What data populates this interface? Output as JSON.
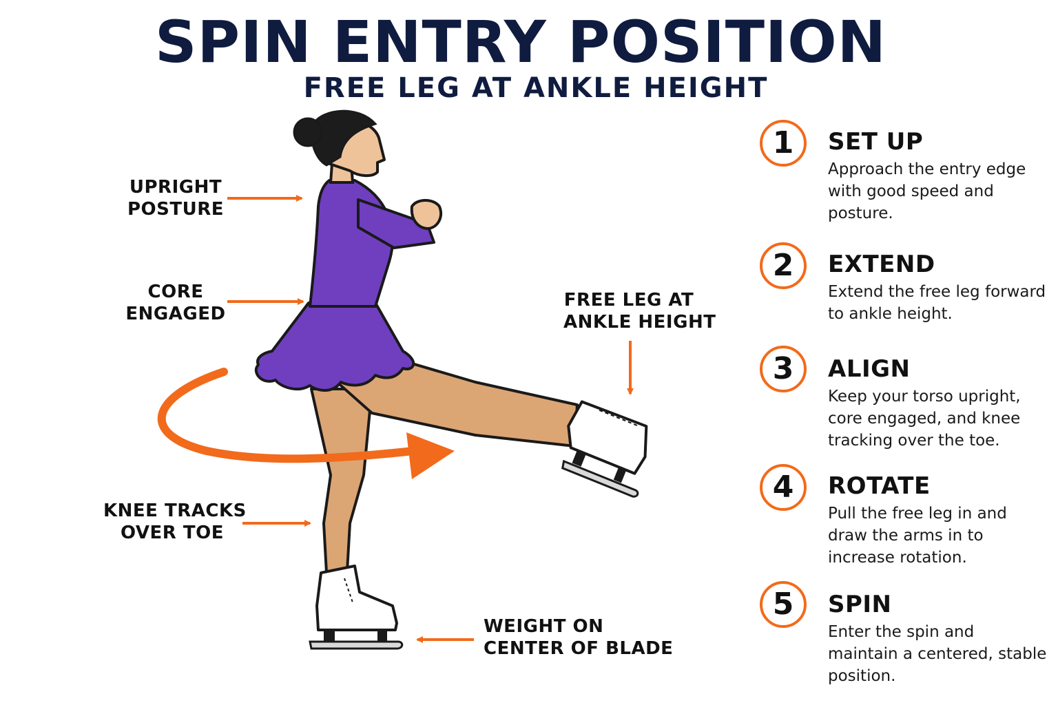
{
  "title": "SPIN ENTRY POSITION",
  "subtitle": "FREE LEG AT ANKLE HEIGHT",
  "accent_color": "#f26a1b",
  "callouts": {
    "upright": [
      "UPRIGHT",
      "POSTURE"
    ],
    "core": [
      "CORE",
      "ENGAGED"
    ],
    "free_leg": [
      "FREE LEG AT",
      "ANKLE HEIGHT"
    ],
    "knee": [
      "KNEE TRACKS",
      "OVER TOE"
    ],
    "weight": [
      "WEIGHT ON",
      "CENTER OF BLADE"
    ]
  },
  "steps": [
    {
      "number": "1",
      "title": "SET UP",
      "description": "Approach the entry edge with good speed and posture."
    },
    {
      "number": "2",
      "title": "EXTEND",
      "description": "Extend the free leg forward to ankle height."
    },
    {
      "number": "3",
      "title": "ALIGN",
      "description": "Keep your torso upright, core engaged, and knee tracking over the toe."
    },
    {
      "number": "4",
      "title": "ROTATE",
      "description": "Pull the free leg in and draw the arms in to increase rotation."
    },
    {
      "number": "5",
      "title": "SPIN",
      "description": "Enter the spin and maintain a centered, stable position."
    }
  ]
}
